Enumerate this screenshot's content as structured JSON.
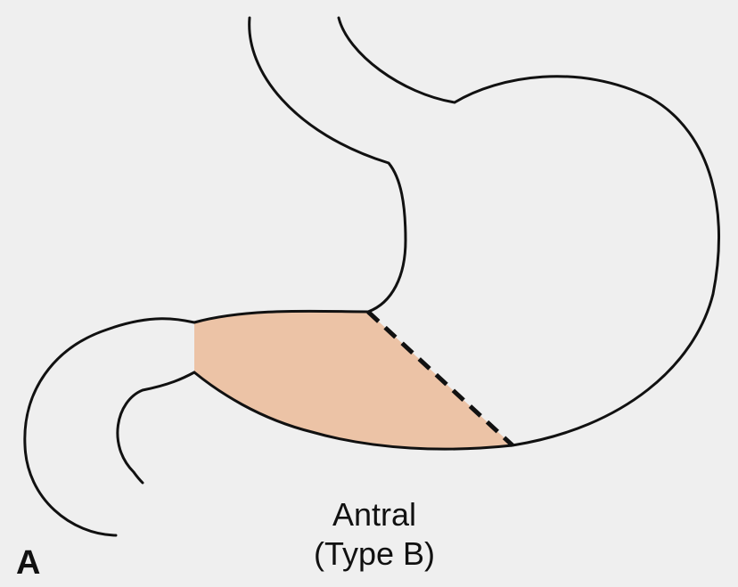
{
  "figure": {
    "panel_letter": "A",
    "caption_line1": "Antral",
    "caption_line2": "(Type B)",
    "colors": {
      "background": "#efefef",
      "outline": "#111111",
      "highlight_region": "#ecc3a6"
    }
  }
}
